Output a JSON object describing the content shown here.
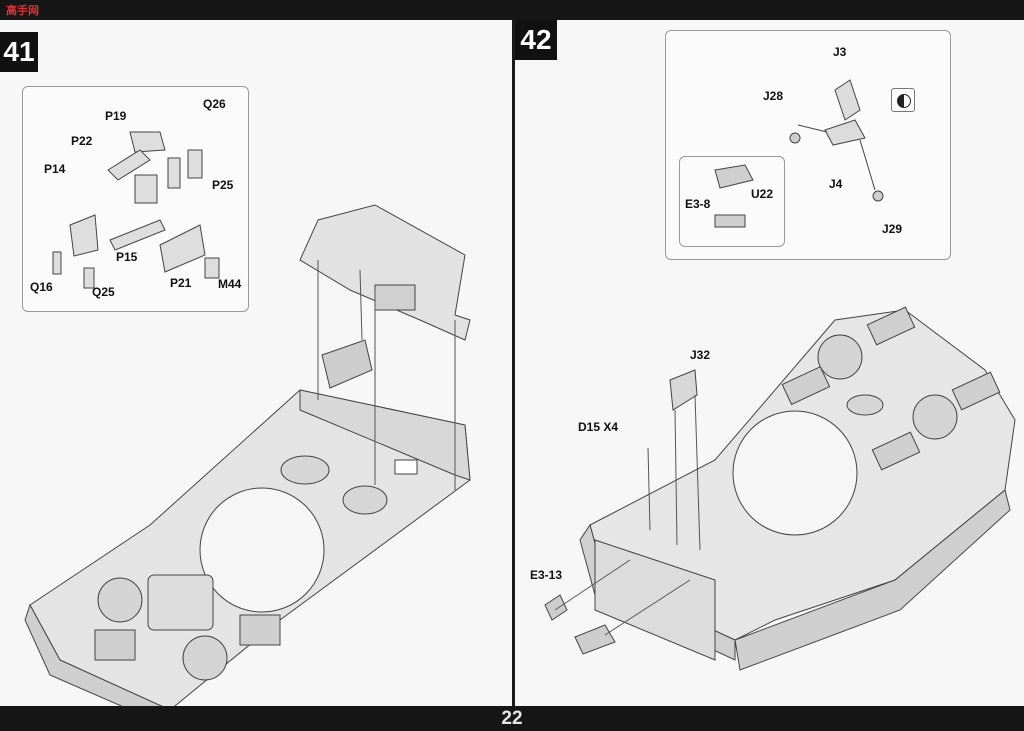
{
  "watermark": "高手网",
  "page_number": "22",
  "step41": {
    "number": "41",
    "parts": [
      "P19",
      "Q26",
      "P22",
      "P14",
      "P25",
      "P15",
      "P21",
      "M44",
      "Q16",
      "Q25"
    ]
  },
  "step42": {
    "number": "42",
    "inset_parts": [
      "J3",
      "J28",
      "J4",
      "J29"
    ],
    "subinset_parts": [
      "E3-8",
      "U22"
    ],
    "parts": [
      "J32",
      "D15 X4",
      "E3-13"
    ]
  }
}
